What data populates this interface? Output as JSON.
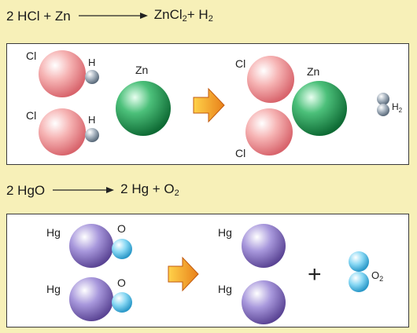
{
  "reaction1": {
    "equation": {
      "left": "2 HCl + Zn",
      "right_zn": "ZnCl",
      "right_zn_sub": "2",
      "right_plus": " + H",
      "right_h_sub": "2"
    },
    "labels": {
      "cl_top": "Cl",
      "h_top": "H",
      "cl_bottom": "Cl",
      "h_bottom": "H",
      "zn_reactant": "Zn",
      "cl_product_top": "Cl",
      "zn_product": "Zn",
      "cl_product_bottom": "Cl",
      "h2_product": "H",
      "h2_product_sub": "2"
    }
  },
  "reaction2": {
    "equation": {
      "prefix": "2 HgO",
      "right": "2 Hg + O",
      "right_sub": "2"
    },
    "labels": {
      "hg_top": "Hg",
      "o_top": "O",
      "hg_bottom": "Hg",
      "o_bottom": "O",
      "hg_product_top": "Hg",
      "hg_product_bottom": "Hg",
      "plus": "+",
      "o2_product": "O",
      "o2_product_sub": "2"
    }
  },
  "colors": {
    "background": "#f7f0b8",
    "chlorine": "#f08a8a",
    "zinc": "#2e9a55",
    "hydrogen": "#8a9aa8",
    "mercury": "#8a78c8",
    "oxygen": "#58c4e8",
    "arrow": "#f0a020"
  }
}
